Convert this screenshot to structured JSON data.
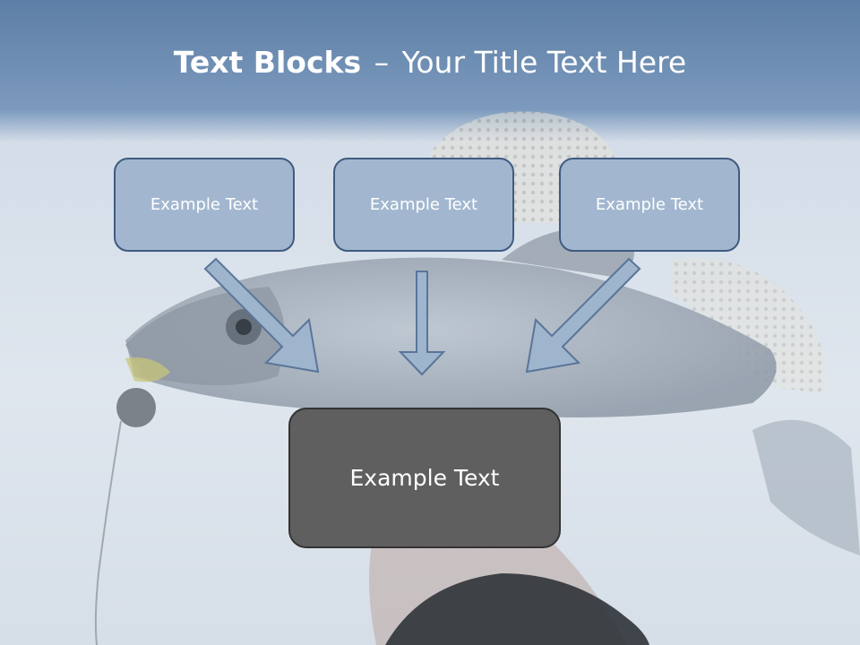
{
  "slide": {
    "title_bold": "Text Blocks",
    "title_separator": "–",
    "title_rest": "Your Title Text Here"
  },
  "blocks": {
    "top_left": "Example Text",
    "top_center": "Example Text",
    "top_right": "Example Text",
    "bottom": "Example Text"
  },
  "colors": {
    "header_band": "#6f8fb5",
    "small_box_fill": "#a2b7cf",
    "small_box_border": "#3f5b80",
    "big_box_fill": "#5f5f5f",
    "arrow_fill": "#9fb4cd",
    "arrow_stroke": "#5a7599"
  }
}
